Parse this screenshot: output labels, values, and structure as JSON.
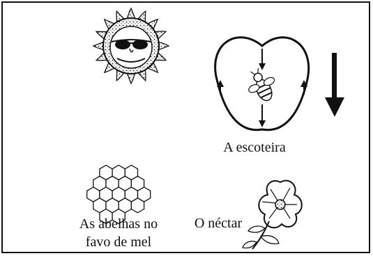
{
  "labels": {
    "scout": "A escoteira",
    "bees_line1": "As abelhas no",
    "bees_line2": "favo de mel",
    "nectar": "O néctar"
  },
  "icons": {
    "sun": "sun-with-sunglasses-icon",
    "bee": "bee-icon",
    "honeycomb": "honeycomb-icon",
    "flower": "flower-icon",
    "direction_arrow": "down-arrow-icon"
  },
  "colors": {
    "ink": "#111111",
    "background": "#ffffff"
  }
}
